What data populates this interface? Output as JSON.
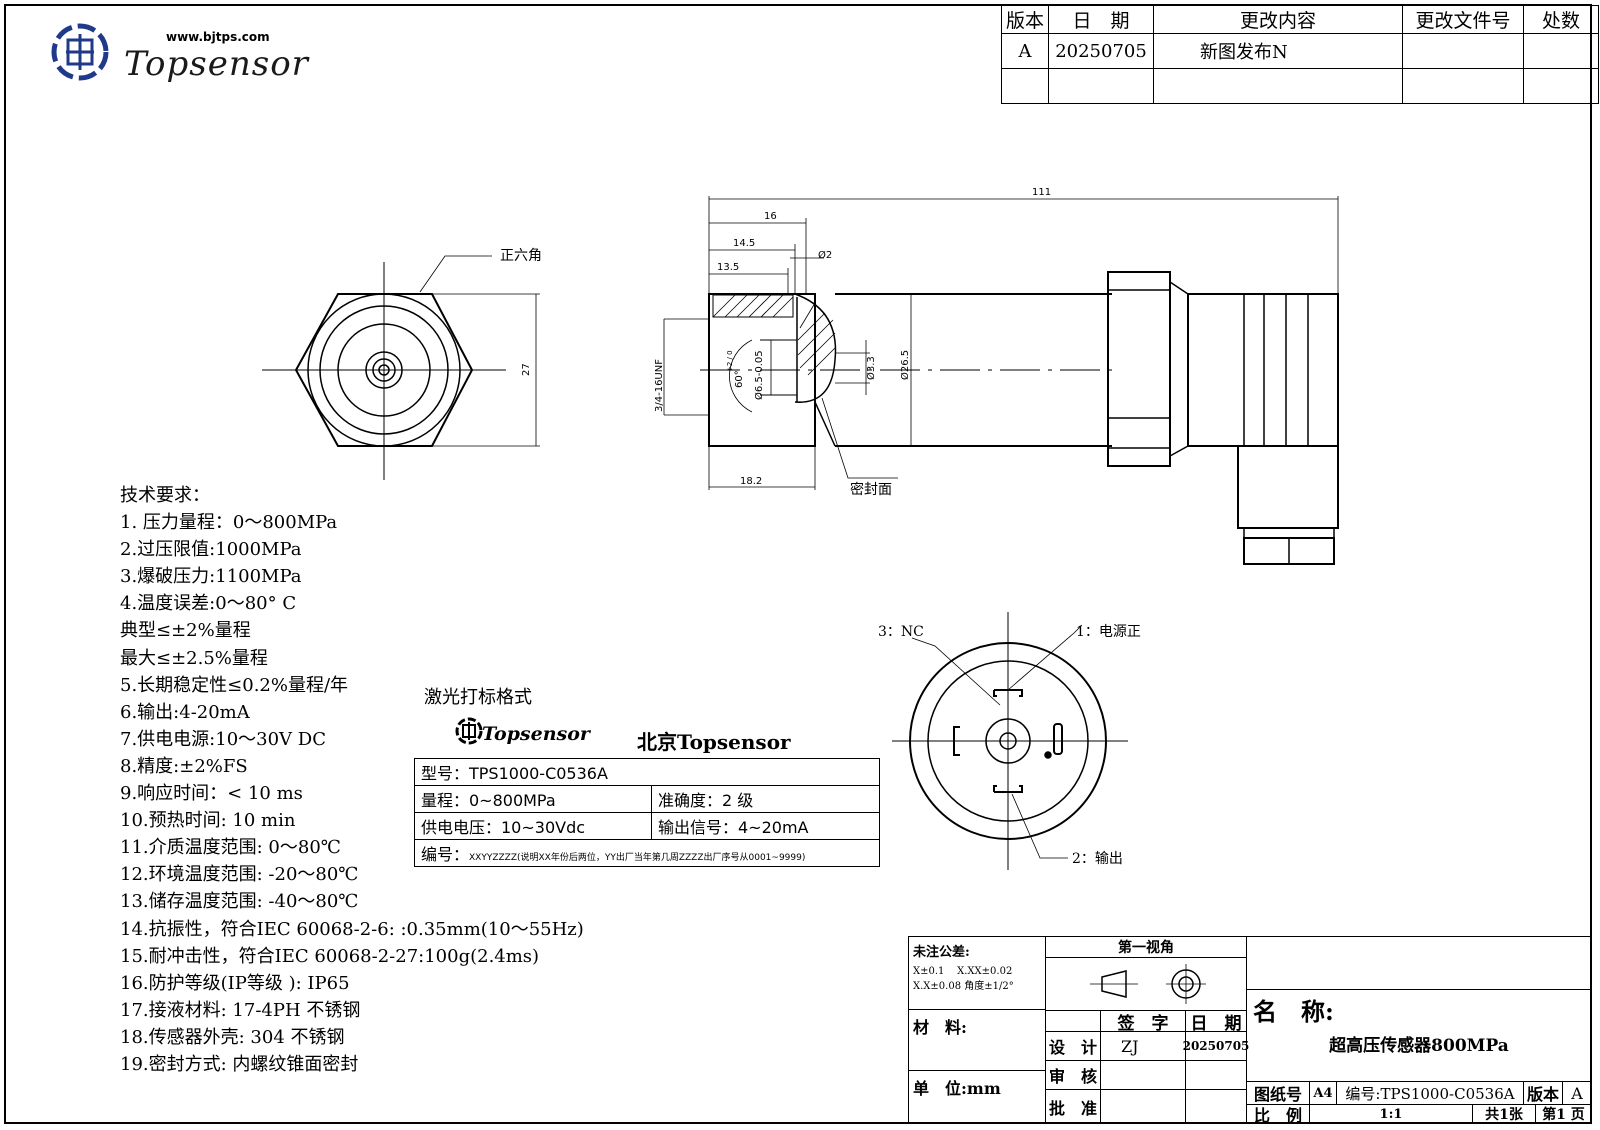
{
  "logo": {
    "url": "www.bjtps.com",
    "brand": "Topsensor"
  },
  "revision": {
    "headers": [
      "版本",
      "日　期",
      "更改内容",
      "更改文件号",
      "处数"
    ],
    "rows": [
      [
        "A",
        "20250705",
        "新图发布N",
        "",
        ""
      ],
      [
        "",
        "",
        "",
        "",
        ""
      ]
    ]
  },
  "front_view": {
    "hex_label": "正六角",
    "dim_height": "27"
  },
  "side_view": {
    "dim_total": "111",
    "dim_16": "16",
    "dim_14_5": "14.5",
    "dim_13_5": "13.5",
    "dim_phi2": "Ø2",
    "thread": "3/4-16UNF",
    "angle": "60°",
    "angle_tol": "+2 / 0",
    "bore": "Ø6.5-0.05",
    "phi3_3": "Ø3.3",
    "phi26_5": "Ø26.5",
    "dim_18_2": "18.2",
    "seal_label": "密封面"
  },
  "connector": {
    "pin3": "3：NC",
    "pin1": "1：电源正",
    "pin2": "2：输出"
  },
  "requirements": {
    "title": "技术要求：",
    "items": [
      "1.  压力量程：0～800MPa",
      "2.过压限值:1000MPa",
      "3.爆破压力:1100MPa",
      "4.温度误差:0～80° C",
      "典型≤±2%量程",
      "最大≤±2.5%量程",
      "5.长期稳定性≤0.2%量程/年",
      "6.输出:4-20mA",
      "7.供电电源:10～30V DC",
      "8.精度:±2%FS",
      "9.响应时间：< 10 ms",
      "10.预热时间: 10 min",
      "11.介质温度范围: 0～80℃",
      "12.环境温度范围: -20～80℃",
      "13.储存温度范围: -40～80℃",
      "14.抗振性，符合IEC 60068-2-6: :0.35mm(10～55Hz)",
      "15.耐冲击性，符合IEC 60068-2-27:100g(2.4ms)",
      "16.防护等级(IP等级 ): IP65",
      "17.接液材料: 17-4PH 不锈钢",
      "18.传感器外壳: 304 不锈钢",
      "19.密封方式: 内螺纹锥面密封"
    ]
  },
  "laser": {
    "title": "激光打标格式",
    "logo": "Topsensor",
    "company": "北京Topsensor",
    "model": "型号：TPS1000-C0536A",
    "range": "量程：0~800MPa",
    "accuracy": "准确度：2 级",
    "supply": "供电电压：10~30Vdc",
    "output": "输出信号：4~20mA",
    "serial_label": "编号：",
    "serial_note": "XXYYZZZZ(说明XX年份后两位，YY出厂当年第几周ZZZZ出厂序号从0001~9999)"
  },
  "title_block": {
    "tolerance_title": "未注公差:",
    "tol1": "X±0.1",
    "tol2": "X.XX±0.02",
    "tol3": "X.X±0.08 角度±1/2°",
    "view_title": "第一视角",
    "sign": "签　字",
    "date_h": "日　期",
    "material": "材　料:",
    "design": "设　计",
    "designer": "ZJ",
    "date": "20250705",
    "review": "审　核",
    "unit": "单　位:mm",
    "approve": "批　准",
    "name_label": "名　称:",
    "name": "超高压传感器800MPa",
    "drawing_no_label": "图纸号",
    "size": "A4",
    "code": "编号:TPS1000-C0536A",
    "version_label": "版本",
    "version": "A",
    "scale_label": "比　例",
    "scale": "1:1",
    "sheets": "共1张",
    "sheet": "第1 页"
  }
}
